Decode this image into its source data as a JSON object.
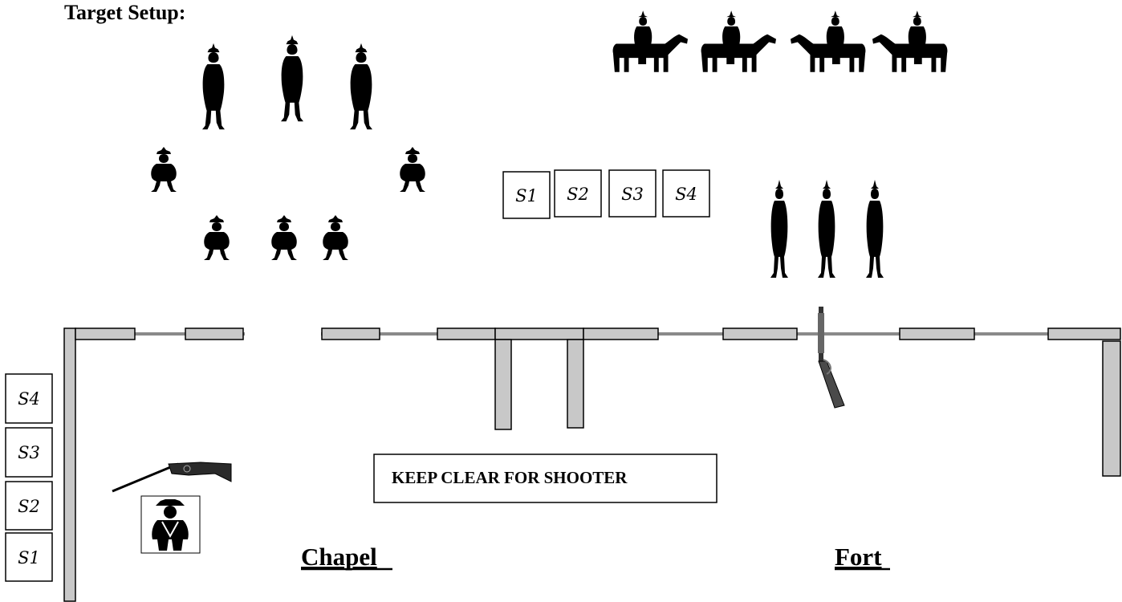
{
  "heading": "Target Setup:",
  "labels": {
    "chapel": "Chapel",
    "fort": "Fort",
    "keep_clear": "KEEP CLEAR FOR SHOOTER"
  },
  "top_boxes": [
    "S1",
    "S2",
    "S3",
    "S4"
  ],
  "side_boxes": [
    "S4",
    "S3",
    "S2",
    "S1"
  ],
  "icons": {
    "target": "standing-bandit-target-icon",
    "small_target": "crouching-bandit-target-icon",
    "rider": "horse-rider-target-icon",
    "rifle": "rifle-icon",
    "shotgun": "shotgun-icon",
    "shooter": "cowboy-shooter-icon"
  },
  "colors": {
    "silhouette": "#000000",
    "wall": "#c8c8c8",
    "rail": "#8a8a8a"
  }
}
